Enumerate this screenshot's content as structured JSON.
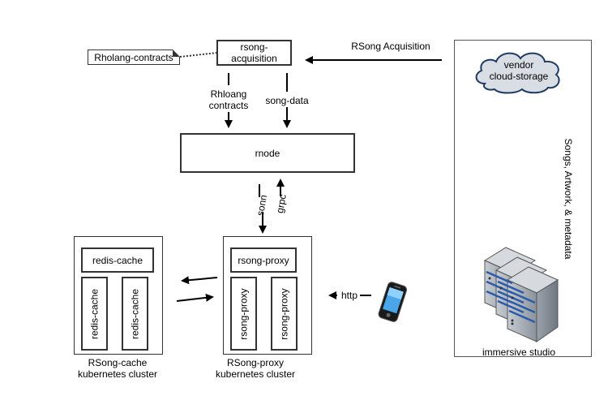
{
  "nodes": {
    "rsong_acquisition": "rsong-\nacquisition",
    "rholang_contracts_note": "Rholang-contracts",
    "rnode": "rnode",
    "rsong_proxy_header": "rsong-proxy",
    "rsong_proxy_1": "rsong-proxy",
    "rsong_proxy_2": "rsong-proxy",
    "redis_cache_header": "redis-cache",
    "redis_cache_1": "redis-cache",
    "redis_cache_2": "redis-cache",
    "vendor_cloud": "vendor\ncloud-storage",
    "immersive_studio": "immersive studio"
  },
  "edges": {
    "rhloang_contracts": "Rhloang\ncontracts",
    "song_data": "song-data",
    "rsong_acquisition": "RSong Acquisition",
    "sonn": "sonn",
    "grpc": "grpc",
    "http": "http",
    "songs_artwork_metadata": "Songs, Artwork, & metadata"
  },
  "clusters": {
    "rsong_cache": "RSong-cache\nkubernetes cluster",
    "rsong_proxy": "RSong-proxy\nkubernetes cluster"
  }
}
